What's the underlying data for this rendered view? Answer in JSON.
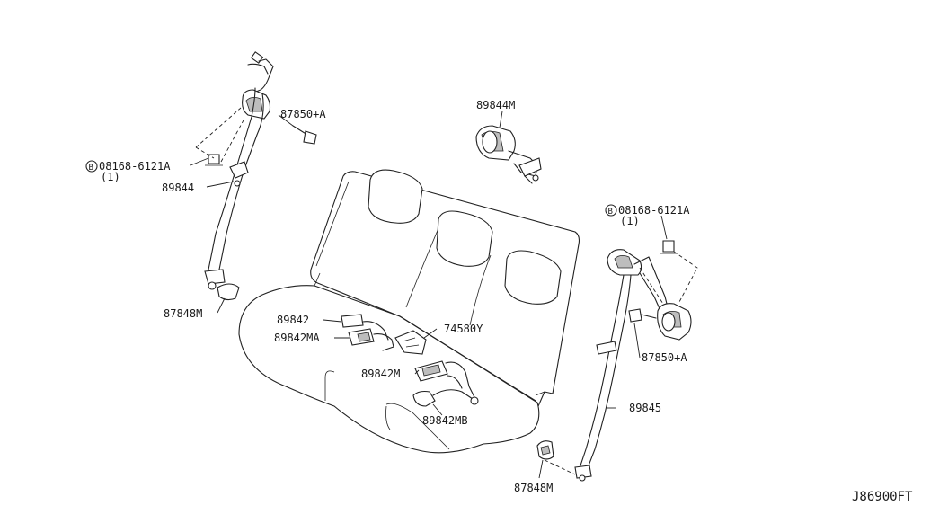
{
  "labels": {
    "p87850a_top": "87850+A",
    "p08168_left": "08168-6121A",
    "p08168_left_qty": "(1)",
    "p89844": "89844",
    "p87848m_left": "87848M",
    "p89844m": "89844M",
    "p08168_right": "08168-6121A",
    "p08168_right_qty": "(1)",
    "p89842": "89842",
    "p89842ma": "89842MA",
    "p74580y": "74580Y",
    "p89842m": "89842M",
    "p89842mb": "89842MB",
    "p87850a_right": "87850+A",
    "p89845": "89845",
    "p87848m_right": "87848M",
    "diagram_code": "J86900FT"
  },
  "bolt_marker": "B"
}
